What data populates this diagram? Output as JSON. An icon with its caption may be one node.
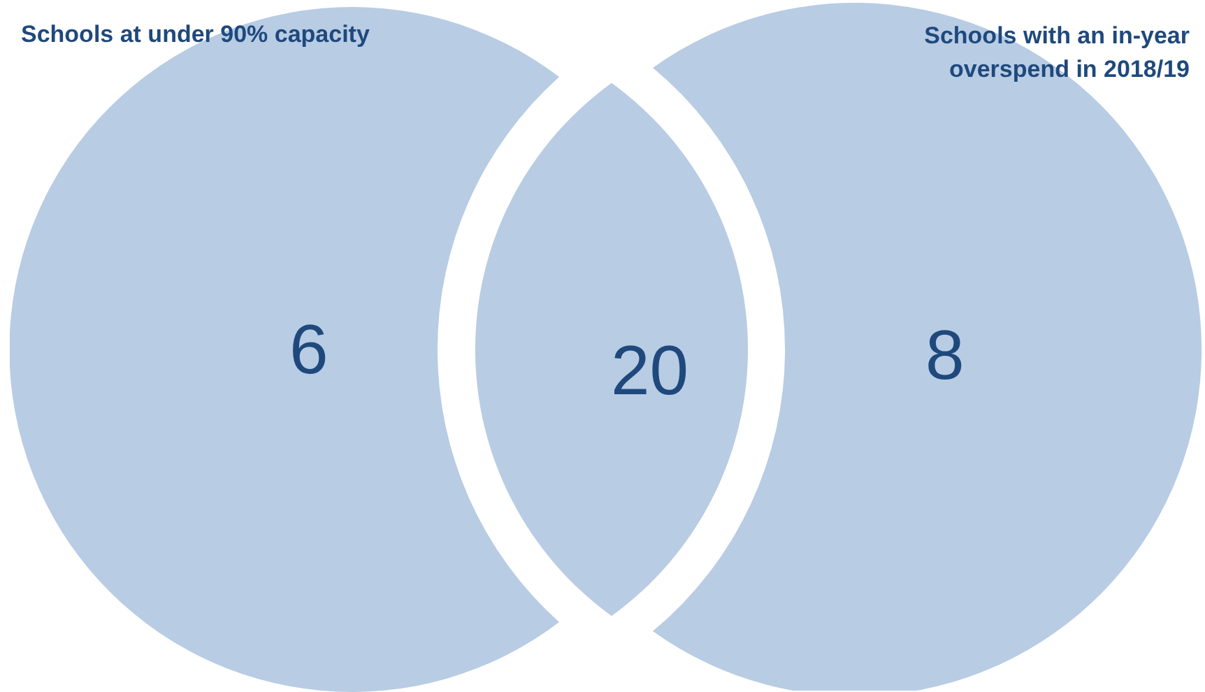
{
  "diagram": {
    "nodes": [
      {
        "text": [
          "Schools at under 90% capacity",
          "6"
        ]
      },
      {
        "text": [
          "20"
        ]
      },
      {
        "text": [
          "Schools with an in-year overspend in 2018/19",
          "8"
        ]
      }
    ]
  }
}
